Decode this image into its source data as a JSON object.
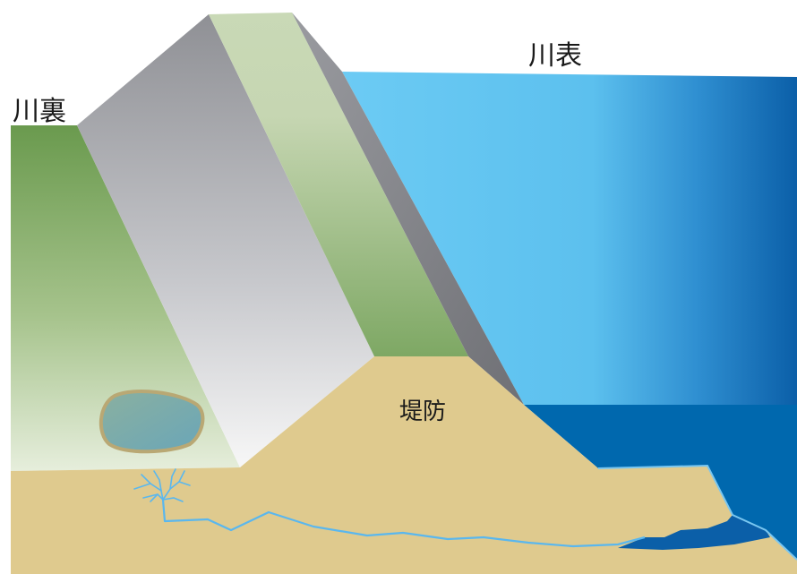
{
  "labels": {
    "landside": "川裏",
    "riverside": "川表",
    "levee": "堤防"
  },
  "colors": {
    "land_green": "#6e9b52",
    "levee_sand": "#dfca8e",
    "water_light": "#6ccbf4",
    "water_deep": "#0066ad",
    "pond_water": "#7fb0ab",
    "seepage_line": "#5ab7ee"
  }
}
